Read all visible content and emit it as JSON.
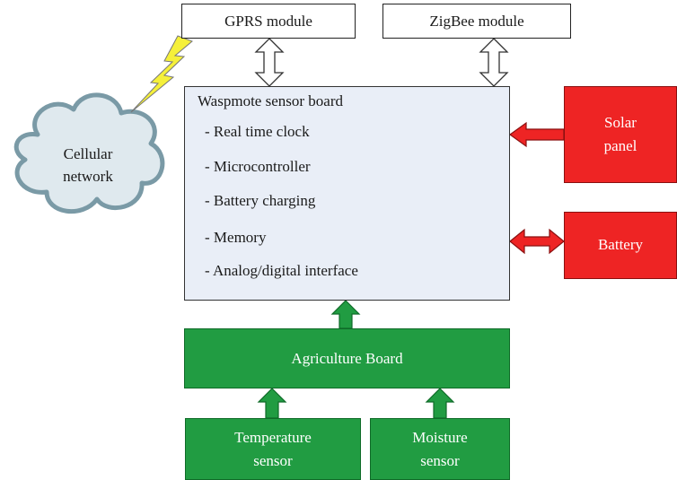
{
  "modules": {
    "gprs": "GPRS module",
    "zigbee": "ZigBee module"
  },
  "main_board": {
    "title": "Waspmote sensor board",
    "features": [
      "- Real time clock",
      "- Microcontroller",
      "- Battery charging",
      "- Memory",
      "- Analog/digital interface"
    ]
  },
  "cloud": {
    "line1": "Cellular",
    "line2": "network"
  },
  "solar": {
    "line1": "Solar",
    "line2": "panel"
  },
  "battery": "Battery",
  "agri_board": "Agriculture Board",
  "sensors": {
    "temperature": {
      "line1": "Temperature",
      "line2": "sensor"
    },
    "moisture": {
      "line1": "Moisture",
      "line2": "sensor"
    }
  },
  "colors": {
    "main_fill": "#e9eef7",
    "red": "#ee2424",
    "green": "#219c42",
    "cloud": "#dfe9ee",
    "cloud_edge": "#7a9aa6",
    "lightning": "#f5f03a"
  }
}
